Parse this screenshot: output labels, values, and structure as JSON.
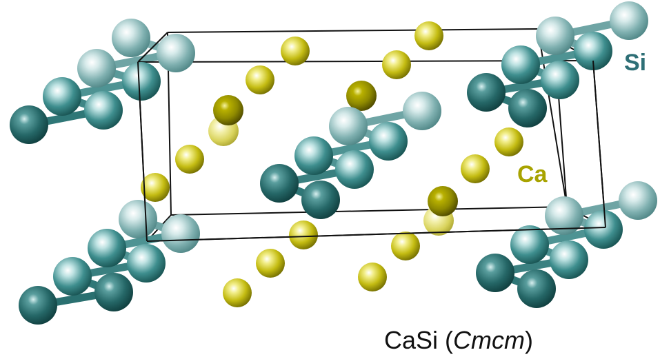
{
  "colors": {
    "si": "#3a8f8f",
    "si_light": "#7fb0b0",
    "si_dark": "#1f6060",
    "ca": "#c8c000",
    "ca_dark": "#8f8a00",
    "cell_edge": "#111111",
    "si_label": "#2e6f76",
    "ca_label": "#a8a300",
    "background": "#ffffff"
  },
  "labels": {
    "si": "Si",
    "ca": "Ca"
  },
  "caption": {
    "prefix": "CaSi (",
    "space_group": "Cmcm",
    "suffix": ")"
  },
  "structure": {
    "formula": "CaSi",
    "space_group": "Cmcm",
    "elements": [
      {
        "symbol": "Si",
        "icon": "teal-sphere"
      },
      {
        "symbol": "Ca",
        "icon": "yellow-sphere"
      }
    ]
  }
}
